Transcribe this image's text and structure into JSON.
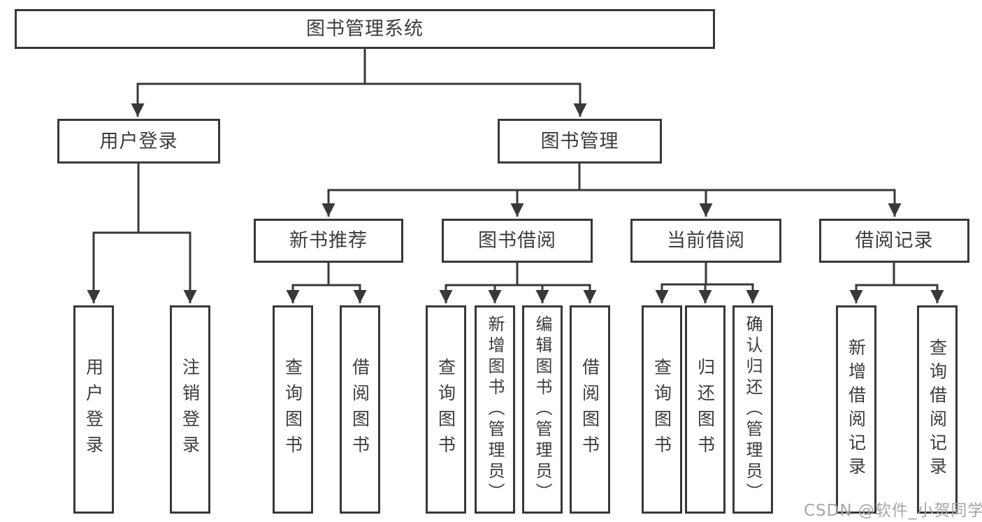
{
  "watermark": "CSDN @软件_小贺同学",
  "colors": {
    "line": "#383838",
    "border": "#383838",
    "text": "#3c3c3c",
    "watermark": "#a6a6a6",
    "background": "#ffffff"
  },
  "tree": {
    "label": "图书管理系统",
    "children": [
      {
        "label": "用户登录",
        "children": [
          {
            "label": "用户登录"
          },
          {
            "label": "注销登录"
          }
        ]
      },
      {
        "label": "图书管理",
        "children": [
          {
            "label": "新书推荐",
            "children": [
              {
                "label": "查询图书"
              },
              {
                "label": "借阅图书"
              }
            ]
          },
          {
            "label": "图书借阅",
            "children": [
              {
                "label": "查询图书"
              },
              {
                "label": "新增图书（管理员）"
              },
              {
                "label": "编辑图书（管理员）"
              },
              {
                "label": "借阅图书"
              }
            ]
          },
          {
            "label": "当前借阅",
            "children": [
              {
                "label": "查询图书"
              },
              {
                "label": "归还图书"
              },
              {
                "label": "确认归还（管理员）"
              }
            ]
          },
          {
            "label": "借阅记录",
            "children": [
              {
                "label": "新增借阅记录"
              },
              {
                "label": "查询借阅记录"
              }
            ]
          }
        ]
      }
    ]
  }
}
